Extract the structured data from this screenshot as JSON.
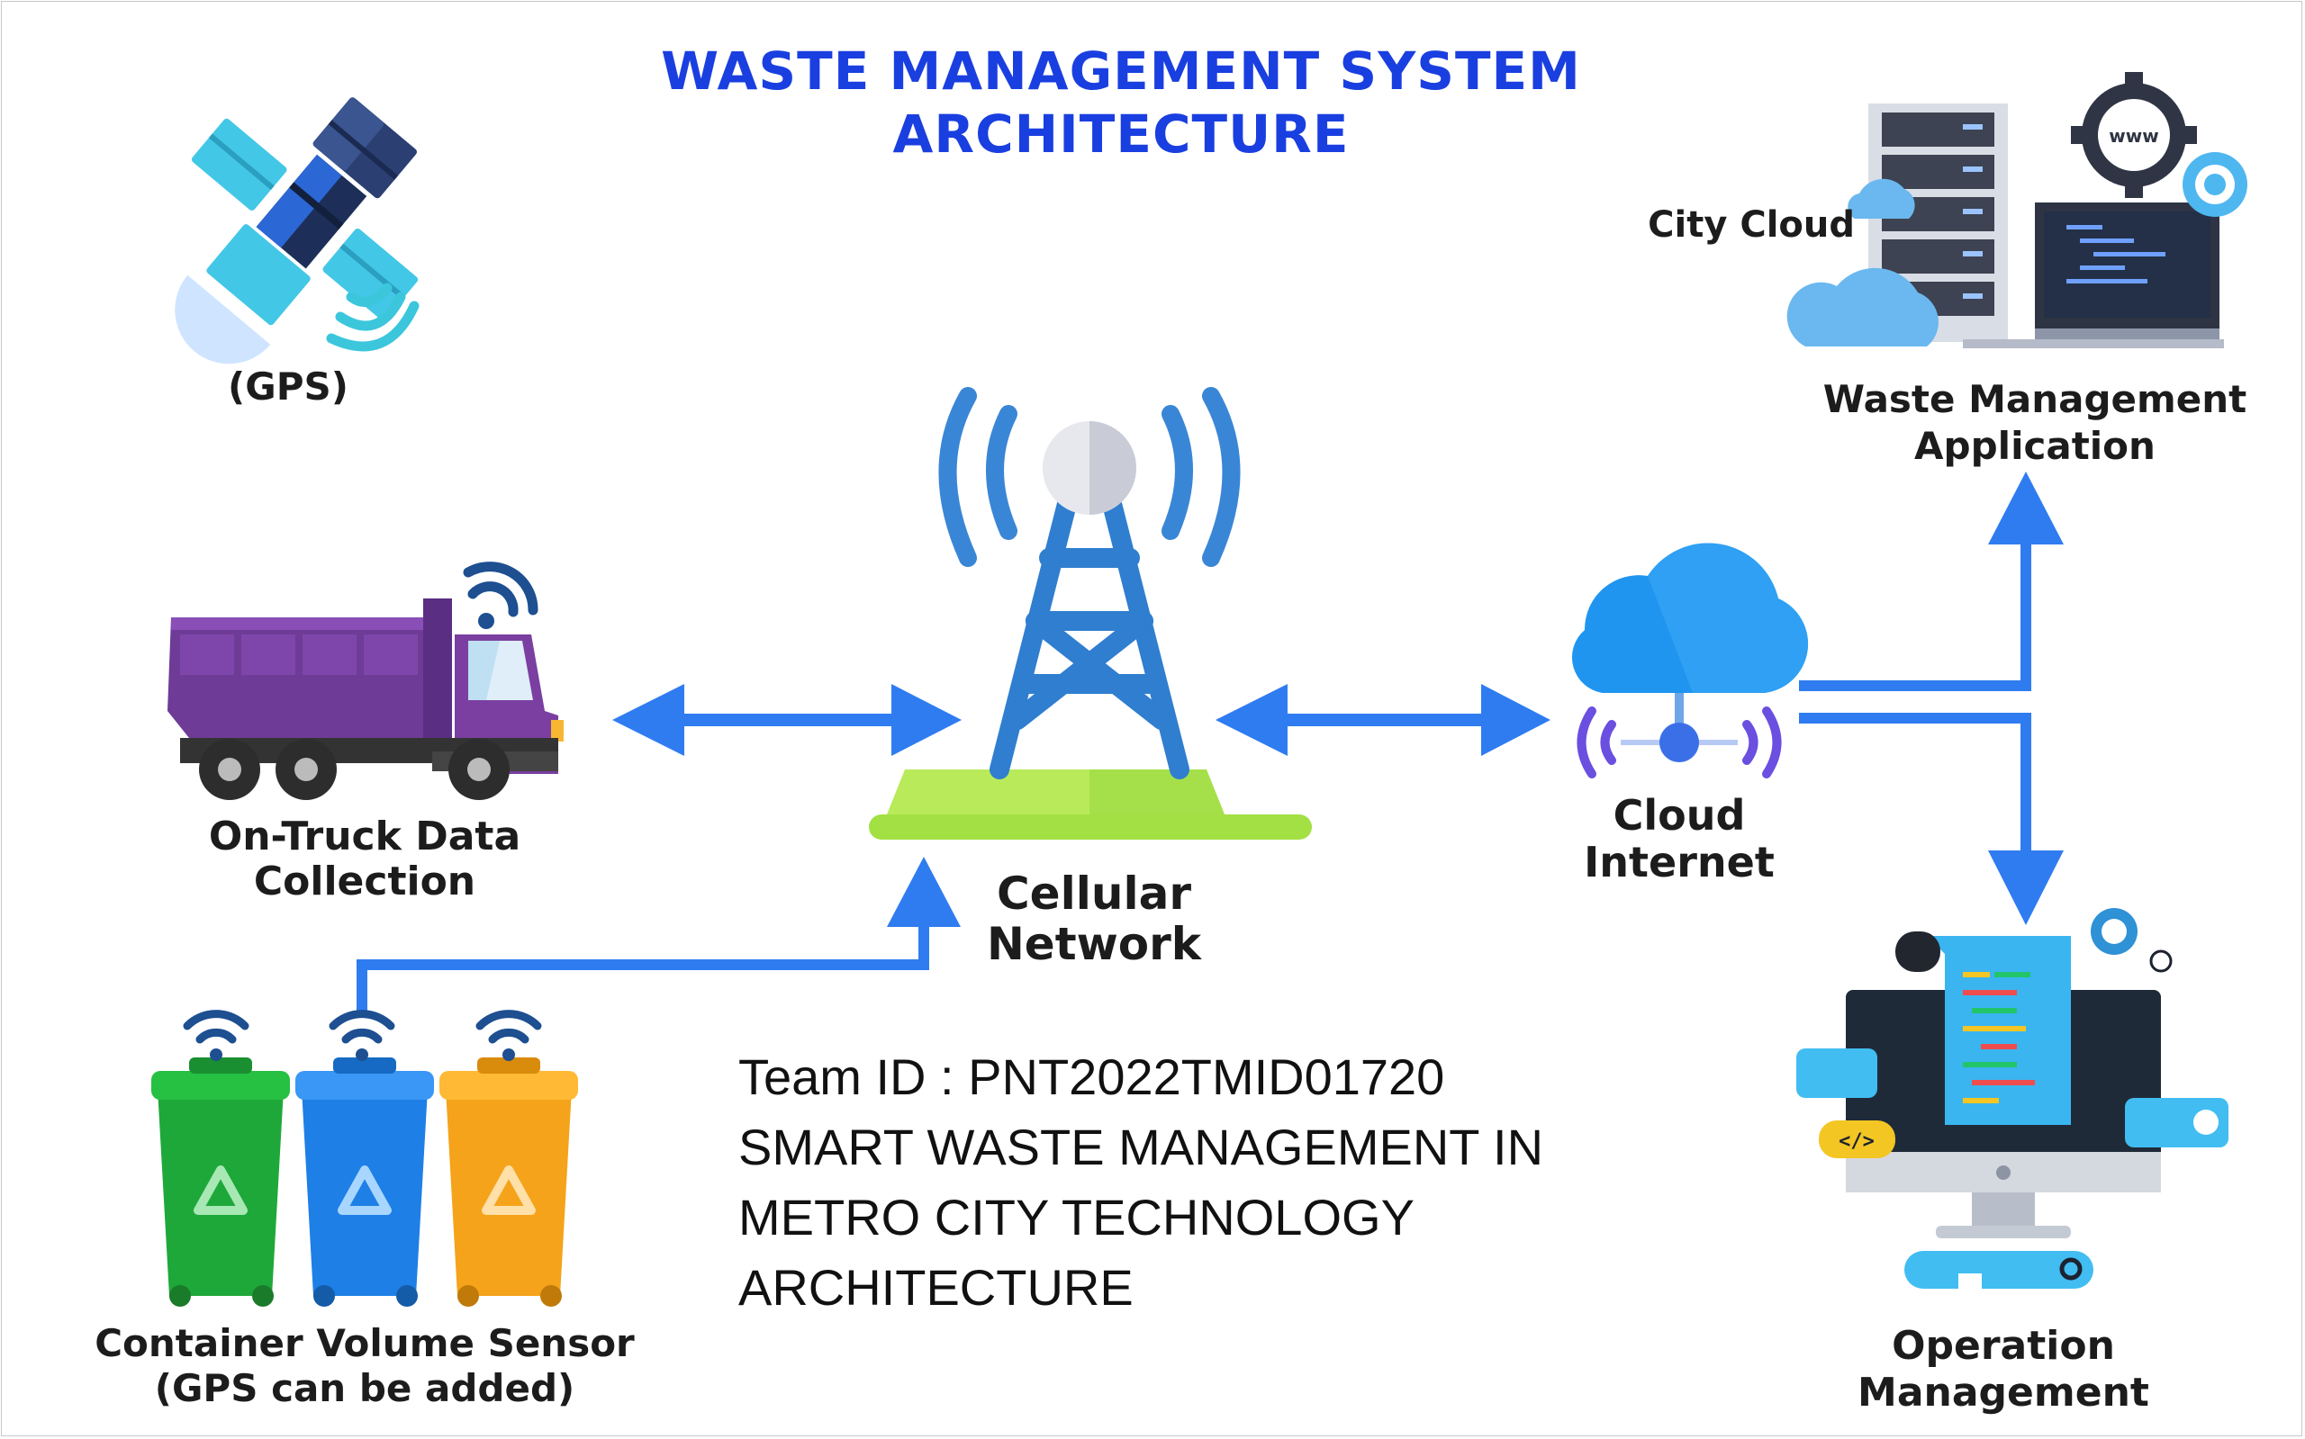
{
  "title": {
    "line1": "WASTE MANAGEMENT SYSTEM",
    "line2": "ARCHITECTURE"
  },
  "nodes": {
    "gps": {
      "label": "(GPS)",
      "icon": "satellite-icon"
    },
    "truck": {
      "line1": "On-Truck Data",
      "line2": "Collection",
      "icon": "truck-icon"
    },
    "tower": {
      "line1": "Cellular",
      "line2": "Network",
      "icon": "cell-tower-icon"
    },
    "cloud": {
      "line1": "Cloud",
      "line2": "Internet",
      "icon": "cloud-icon"
    },
    "city_cloud": {
      "label": "City Cloud",
      "icon": "server-icon"
    },
    "app": {
      "line1": "Waste Management",
      "line2": "Application",
      "icon": "desktop-icon",
      "badge": "www"
    },
    "bins": {
      "line1": "Container Volume Sensor",
      "line2": "(GPS can be added)",
      "icon": "bin-icon"
    },
    "ops": {
      "line1": "Operation",
      "line2": "Management",
      "icon": "monitor-code-icon",
      "code_tag": "</>"
    }
  },
  "team": {
    "line1": "Team ID : PNT2022TMID01720",
    "line2": "SMART WASTE MANAGEMENT IN",
    "line3": "METRO CITY TECHNOLOGY",
    "line4": "ARCHITECTURE"
  },
  "colors": {
    "title": "#1a3fe0",
    "arrow": "#2f7cf0",
    "truck": "#7a3fa0",
    "bin_green": "#1fa83a",
    "bin_blue": "#1e7fe6",
    "bin_orange": "#f5a31a",
    "tower": "#3a86d6",
    "tower_base": "#b9ea5a"
  }
}
